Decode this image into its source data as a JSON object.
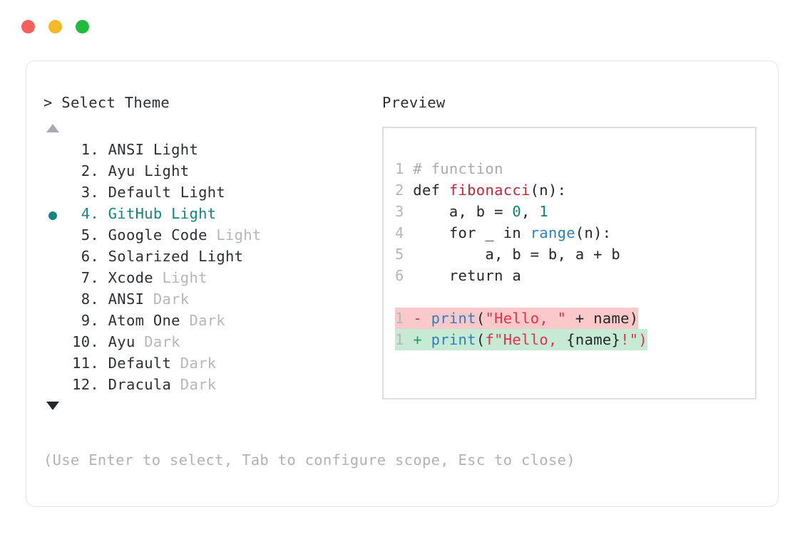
{
  "window": {
    "dots": [
      {
        "name": "close",
        "color": "#f4605c"
      },
      {
        "name": "minimize",
        "color": "#f5b829"
      },
      {
        "name": "maximize",
        "color": "#22b93f"
      }
    ]
  },
  "picker": {
    "prompt_symbol": "> ",
    "title": "Select Theme",
    "scroll_up_glyph": "▲",
    "scroll_down_glyph": "▼",
    "selected_index": 4,
    "selected_bullet": "●",
    "items": [
      {
        "index": "1.",
        "name": "ANSI",
        "suffix": " Light",
        "suffix_dim": false,
        "selected": false
      },
      {
        "index": "2.",
        "name": "Ayu",
        "suffix": " Light",
        "suffix_dim": false,
        "selected": false
      },
      {
        "index": "3.",
        "name": "Default",
        "suffix": " Light",
        "suffix_dim": false,
        "selected": false
      },
      {
        "index": "4.",
        "name": "GitHub",
        "suffix": " Light",
        "suffix_dim": false,
        "selected": true
      },
      {
        "index": "5.",
        "name": "Google Code",
        "suffix": " Light",
        "suffix_dim": true,
        "selected": false
      },
      {
        "index": "6.",
        "name": "Solarized",
        "suffix": " Light",
        "suffix_dim": false,
        "selected": false
      },
      {
        "index": "7.",
        "name": "Xcode",
        "suffix": " Light",
        "suffix_dim": true,
        "selected": false
      },
      {
        "index": "8.",
        "name": "ANSI",
        "suffix": " Dark",
        "suffix_dim": true,
        "selected": false
      },
      {
        "index": "9.",
        "name": "Atom One",
        "suffix": " Dark",
        "suffix_dim": true,
        "selected": false
      },
      {
        "index": "10.",
        "name": "Ayu",
        "suffix": " Dark",
        "suffix_dim": true,
        "selected": false
      },
      {
        "index": "11.",
        "name": "Default",
        "suffix": " Dark",
        "suffix_dim": true,
        "selected": false
      },
      {
        "index": "12.",
        "name": "Dracula",
        "suffix": " Dark",
        "suffix_dim": true,
        "selected": false
      }
    ],
    "hint": "(Use Enter to select, Tab to configure scope, Esc to close)"
  },
  "preview": {
    "title": "Preview",
    "lines": [
      {
        "number": "1",
        "highlight": "none",
        "tokens": [
          {
            "text": " # function",
            "type": "comment"
          }
        ]
      },
      {
        "number": "2",
        "highlight": "none",
        "tokens": [
          {
            "text": " def ",
            "type": "plain"
          },
          {
            "text": "fibonacci",
            "type": "func"
          },
          {
            "text": "(n):",
            "type": "plain"
          }
        ]
      },
      {
        "number": "3",
        "highlight": "none",
        "tokens": [
          {
            "text": "     a, b = ",
            "type": "plain"
          },
          {
            "text": "0",
            "type": "num"
          },
          {
            "text": ", ",
            "type": "plain"
          },
          {
            "text": "1",
            "type": "num"
          }
        ]
      },
      {
        "number": "4",
        "highlight": "none",
        "tokens": [
          {
            "text": "     for _ in ",
            "type": "plain"
          },
          {
            "text": "range",
            "type": "builtin"
          },
          {
            "text": "(n):",
            "type": "plain"
          }
        ]
      },
      {
        "number": "5",
        "highlight": "none",
        "tokens": [
          {
            "text": "         a, b = b, a + b",
            "type": "plain"
          }
        ]
      },
      {
        "number": "6",
        "highlight": "none",
        "tokens": [
          {
            "text": "     return a",
            "type": "plain"
          }
        ]
      },
      {
        "number": "",
        "highlight": "spacer",
        "tokens": []
      },
      {
        "number": "1",
        "highlight": "del",
        "tokens": [
          {
            "text": " ",
            "type": "plain"
          },
          {
            "text": "-",
            "type": "sign-del"
          },
          {
            "text": " ",
            "type": "plain"
          },
          {
            "text": "print",
            "type": "builtin"
          },
          {
            "text": "(",
            "type": "plain"
          },
          {
            "text": "\"Hello, \"",
            "type": "str"
          },
          {
            "text": " + name)",
            "type": "plain"
          }
        ]
      },
      {
        "number": "1",
        "highlight": "add",
        "tokens": [
          {
            "text": " ",
            "type": "plain"
          },
          {
            "text": "+",
            "type": "sign-add"
          },
          {
            "text": " ",
            "type": "plain"
          },
          {
            "text": "print",
            "type": "builtin"
          },
          {
            "text": "(",
            "type": "plain"
          },
          {
            "text": "f\"Hello, ",
            "type": "str"
          },
          {
            "text": "{name}",
            "type": "plain"
          },
          {
            "text": "!\")",
            "type": "str"
          }
        ]
      }
    ]
  },
  "colors": {
    "accent_teal": "#16847f",
    "diff_del_bg": "#fbc9c9",
    "diff_add_bg": "#c6ead4",
    "text": "#2c2f33",
    "muted": "#b5b7ba",
    "border": "#e3e4e6"
  }
}
